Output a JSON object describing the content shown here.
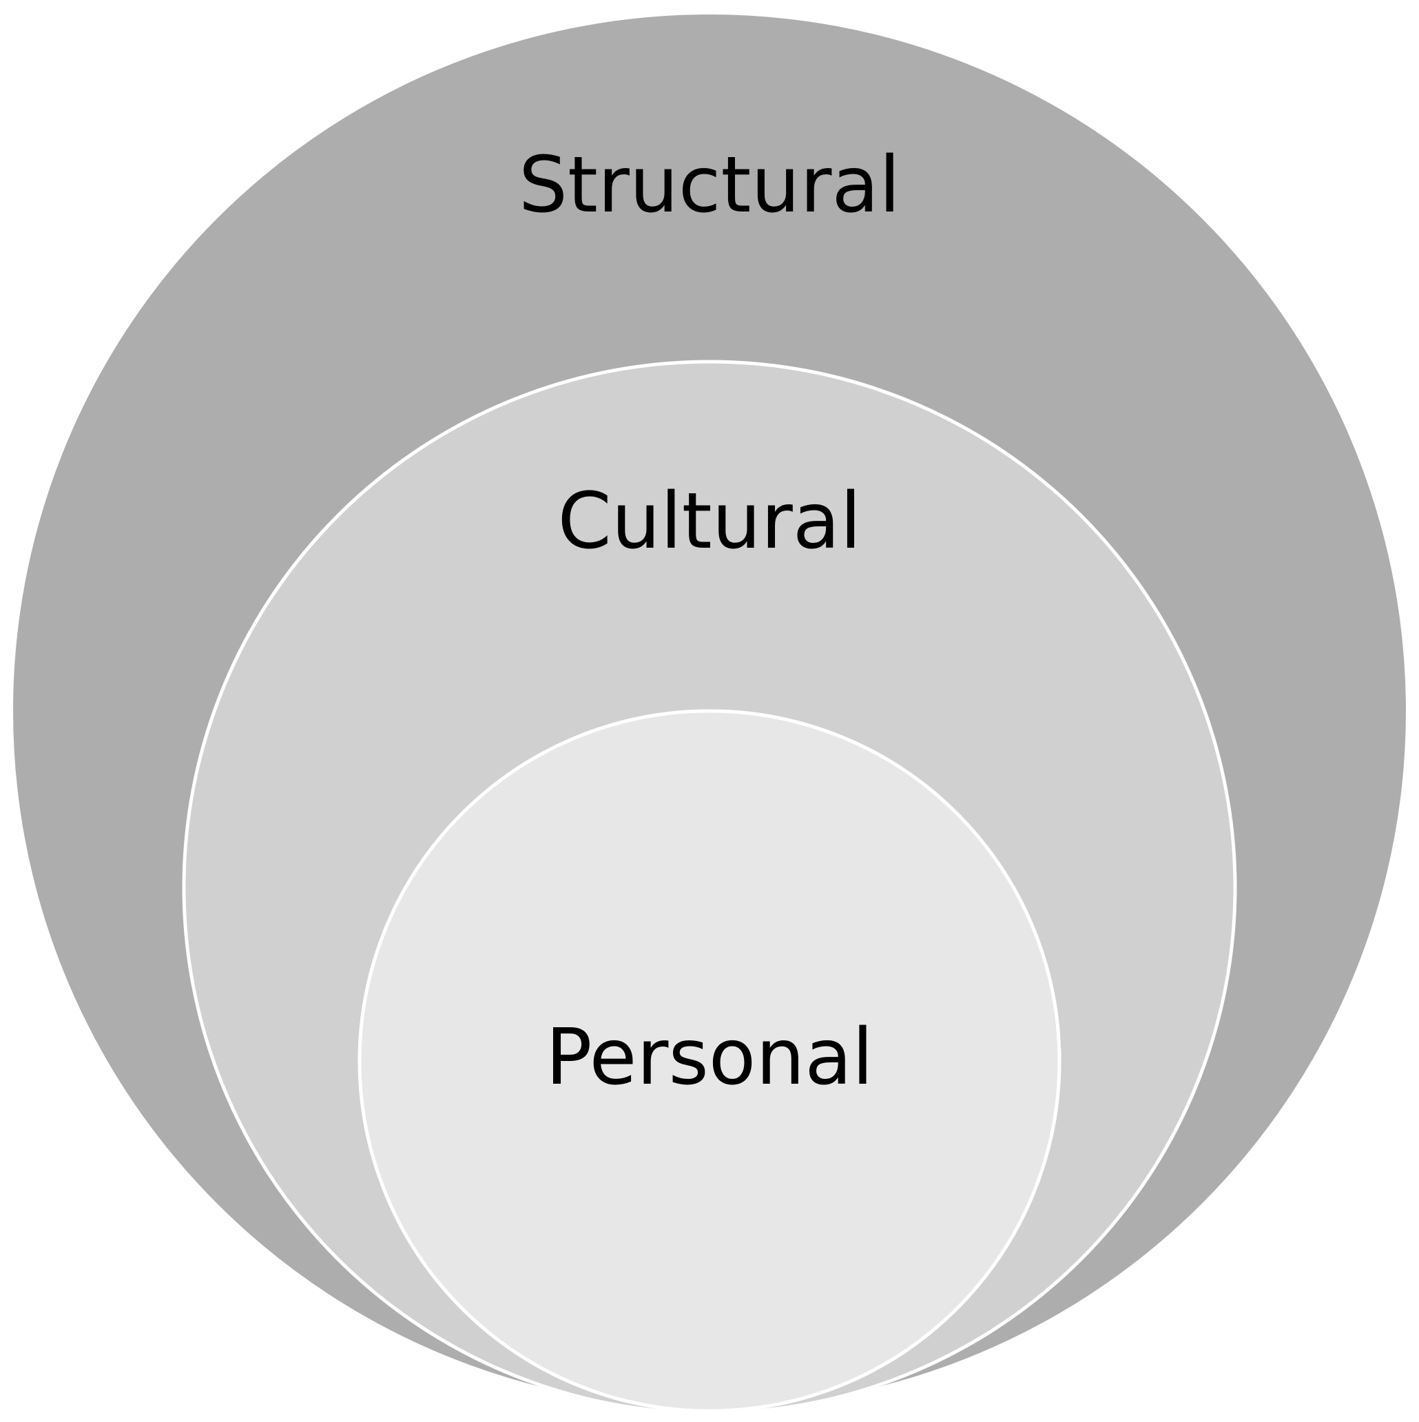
{
  "diagram": {
    "layers": [
      {
        "label": "Structural",
        "fill": "#adadad"
      },
      {
        "label": "Cultural",
        "fill": "#d0d0d0"
      },
      {
        "label": "Personal",
        "fill": "#e7e7e7"
      }
    ],
    "outline_color": "#ffffff",
    "text_color": "#000000"
  }
}
